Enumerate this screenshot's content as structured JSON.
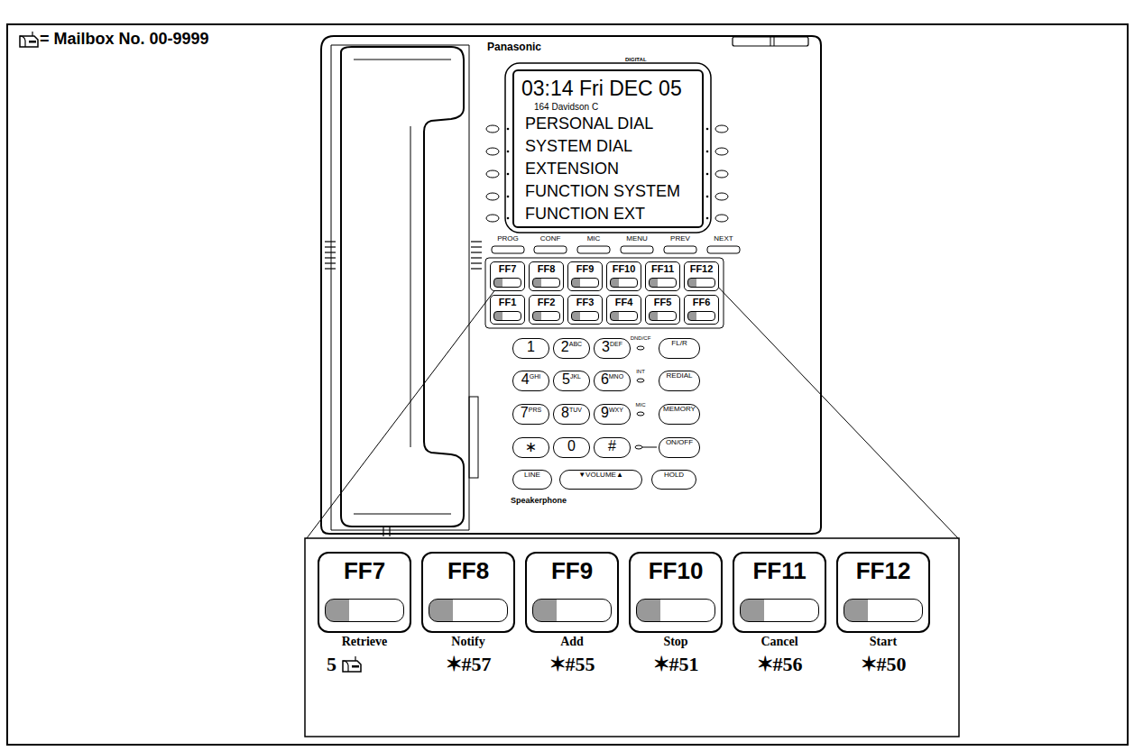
{
  "diagram": {
    "nodes": [
      {
        "text": [
          "03:14 Fri DEC 05",
          "164 Davidson C",
          "PERSONAL DIAL",
          "SYSTEM DIAL",
          "EXTENSION",
          "FUNCTION SYSTEM",
          "FUNCTION EXT"
        ]
      },
      {
        "text": [
          "FF7"
        ]
      },
      {
        "text": [
          "FF8"
        ]
      },
      {
        "text": [
          "FF9"
        ]
      },
      {
        "text": [
          "FF10"
        ]
      },
      {
        "text": [
          "FF11"
        ]
      },
      {
        "text": [
          "FF12"
        ]
      },
      {
        "text": [
          "FF1"
        ]
      },
      {
        "text": [
          "FF2"
        ]
      },
      {
        "text": [
          "FF3"
        ]
      },
      {
        "text": [
          "FF4"
        ]
      },
      {
        "text": [
          "FF5"
        ]
      },
      {
        "text": [
          "FF6"
        ]
      },
      {
        "text": [
          "1"
        ]
      },
      {
        "text": [
          "2",
          "ABC"
        ]
      },
      {
        "text": [
          "3",
          "DEF"
        ]
      },
      {
        "text": [
          "4",
          "GHI"
        ]
      },
      {
        "text": [
          "5",
          "JKL"
        ]
      },
      {
        "text": [
          "6",
          "MNO"
        ]
      },
      {
        "text": [
          "7",
          "PRS"
        ]
      },
      {
        "text": [
          "8",
          "TUV"
        ]
      },
      {
        "text": [
          "9",
          "WXY"
        ]
      },
      {
        "text": [
          "∗"
        ]
      },
      {
        "text": [
          "0"
        ]
      },
      {
        "text": [
          "#"
        ]
      },
      {
        "text": [
          "FL/R"
        ]
      },
      {
        "text": [
          "REDIAL"
        ]
      },
      {
        "text": [
          "MEMORY"
        ]
      },
      {
        "text": [
          "ON/OFF"
        ]
      },
      {
        "text": [
          "LINE"
        ]
      },
      {
        "text": [
          "▼VOLUME▲"
        ]
      },
      {
        "text": [
          "HOLD"
        ]
      },
      {
        "text": [
          "FF7"
        ]
      },
      {
        "text": [
          "FF8"
        ]
      },
      {
        "text": [
          "FF9"
        ]
      },
      {
        "text": [
          "FF10"
        ]
      },
      {
        "text": [
          "FF11"
        ]
      },
      {
        "text": [
          "FF12"
        ]
      }
    ],
    "labels": [
      "= Mailbox No. 00-9999",
      "Panasonic",
      "DIGITAL",
      "PROG",
      "CONF",
      "MIC",
      "MENU",
      "PREV",
      "NEXT",
      "DND/CF",
      "INT",
      "MIC",
      "Speakerphone",
      "Retrieve",
      "5",
      "Notify",
      "✶#57",
      "Add",
      "✶#55",
      "Stop",
      "✶#51",
      "Cancel",
      "✶#56",
      "Start",
      "✶#50"
    ]
  }
}
